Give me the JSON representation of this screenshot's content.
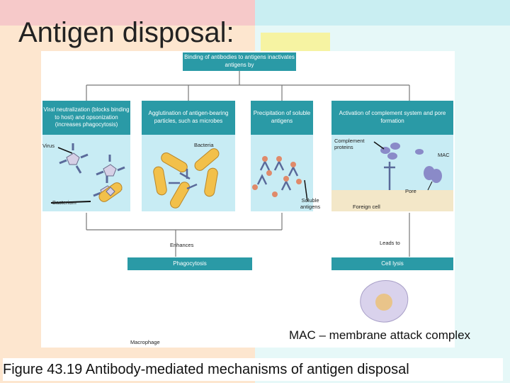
{
  "slide": {
    "title": "Antigen disposal:",
    "mac_note": "MAC – membrane attack complex",
    "figure_caption": "Figure 43.19 Antibody-mediated mechanisms of antigen disposal"
  },
  "diagram": {
    "top_box": "Binding of antibodies to antigens inactivates antigens by",
    "mechanisms": [
      {
        "text": "Viral neutralization (blocks binding to host) and opsonization (increases phagocytosis)"
      },
      {
        "text": "Agglutination of antigen-bearing particles, such as microbes"
      },
      {
        "text": "Precipitation of soluble antigens"
      },
      {
        "text": "Activation of complement system and pore formation"
      }
    ],
    "labels": {
      "virus": "Virus",
      "bacteria": "Bacteria",
      "bacterium": "Bacterium",
      "soluble_antigens": "Soluble antigens",
      "complement_proteins": "Complement proteins",
      "mac": "MAC",
      "pore": "Pore",
      "foreign_cell": "Foreign cell",
      "enhances": "Enhances",
      "leads_to": "Leads to",
      "phagocytosis": "Phagocytosis",
      "cell_lysis": "Cell lysis",
      "macrophage": "Macrophage"
    },
    "colors": {
      "header_box": "#2a9aa6",
      "panel": "#c8ecf4",
      "lysis_panel": "#f3e7c8",
      "antibody": "#5a6a9a",
      "bacteria": "#f2c04a",
      "macrophage": "#b8a8dc"
    }
  }
}
